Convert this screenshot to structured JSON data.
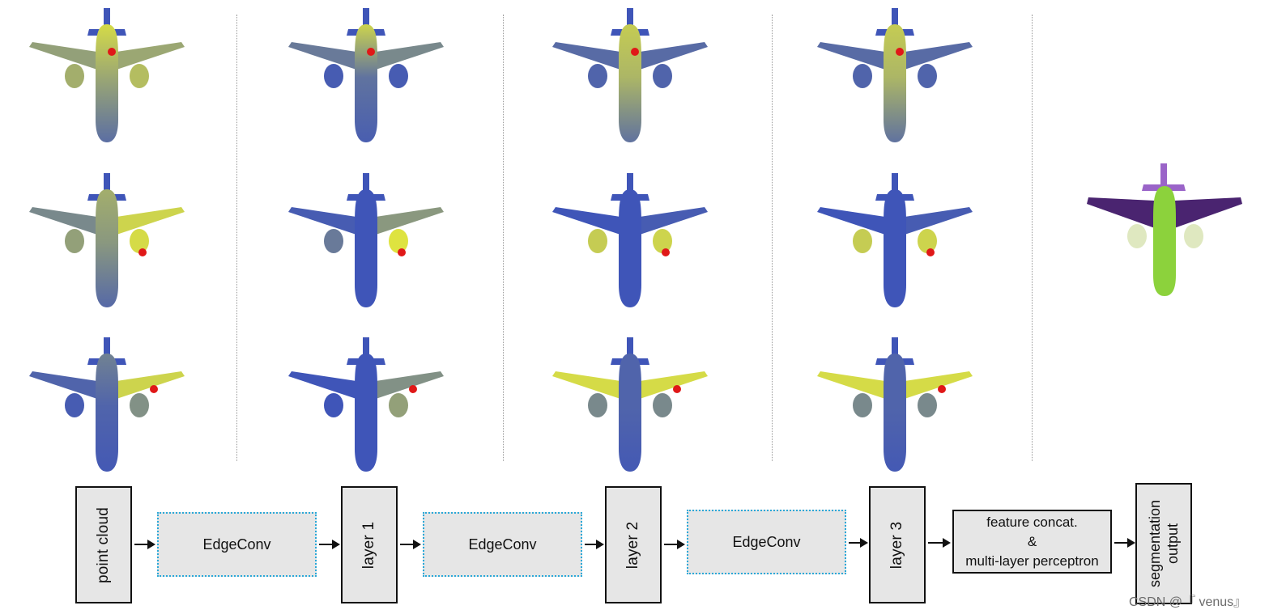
{
  "colors": {
    "body_blue": "#3f55b8",
    "yellow": "#e6ea3a",
    "red_point": "#e01818",
    "seg_green": "#8cd23c",
    "seg_purple": "#4a2470",
    "seg_light": "#dfe8c0",
    "edgeconv_border": "#2aa8d8",
    "box_fill": "#e6e6e6"
  },
  "grid": {
    "rows": [
      {
        "red_point": "fuselage",
        "columns": [
          {
            "yellow": "nose-wings"
          },
          {
            "yellow": "nose"
          },
          {
            "yellow": "fuselage"
          },
          {
            "yellow": "fuselage"
          }
        ]
      },
      {
        "red_point": "engine",
        "columns": [
          {
            "yellow": "wing-engine"
          },
          {
            "yellow": "engine"
          },
          {
            "yellow": "engines"
          },
          {
            "yellow": "engines"
          }
        ]
      },
      {
        "red_point": "wing",
        "columns": [
          {
            "yellow": "wing"
          },
          {
            "yellow": "wing-tip"
          },
          {
            "yellow": "both-wings"
          },
          {
            "yellow": "both-wings"
          }
        ]
      }
    ]
  },
  "pipeline": {
    "input_label": "point cloud",
    "edgeconv_labels": [
      "EdgeConv",
      "EdgeConv",
      "EdgeConv"
    ],
    "layer_labels": [
      "layer 1",
      "layer 2",
      "layer 3"
    ],
    "feature_lines": [
      "feature concat.",
      "&",
      "multi-layer perceptron"
    ],
    "output_lines": [
      "segmentation",
      "output"
    ]
  },
  "watermark": "CSDN @『 venus』"
}
